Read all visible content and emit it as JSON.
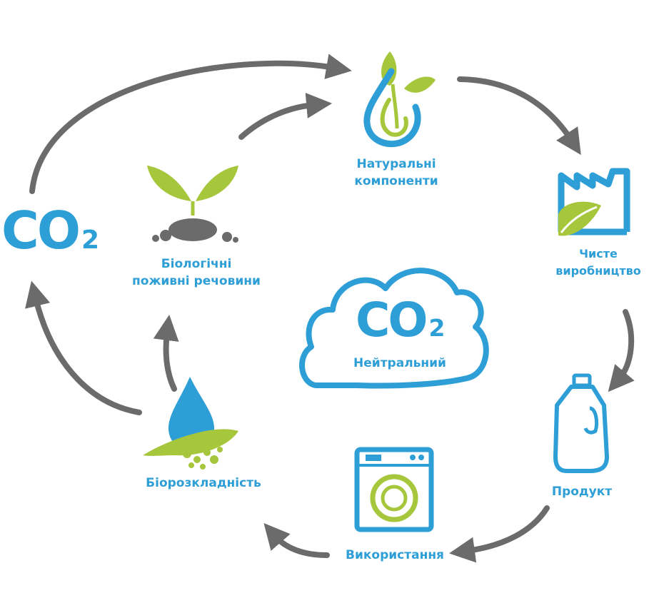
{
  "diagram": {
    "nodes": {
      "natural_components": {
        "label_line1": "Натуральні",
        "label_line2": "компоненти",
        "icon": "sprout-water-drop-icon"
      },
      "clean_production": {
        "label_line1": "Чисте",
        "label_line2": "виробництво",
        "icon": "factory-leaf-icon"
      },
      "product": {
        "label": "Продукт",
        "icon": "bottle-icon"
      },
      "usage": {
        "label": "Використання",
        "icon": "washing-machine-icon"
      },
      "biodegradability": {
        "label": "Біорозкладність",
        "icon": "drop-soil-icon"
      },
      "bio_nutrients": {
        "label_line1": "Біологічні",
        "label_line2": "поживні речовини",
        "icon": "seedling-soil-icon"
      },
      "co2": {
        "main": "CO",
        "sub": "2"
      }
    },
    "center": {
      "co2_main": "CO",
      "co2_sub": "2",
      "label": "Нейтральний",
      "icon": "cloud-icon"
    },
    "colors": {
      "blue": "#2d9ed6",
      "green": "#a6c63c",
      "gray": "#6b6b6b"
    }
  }
}
